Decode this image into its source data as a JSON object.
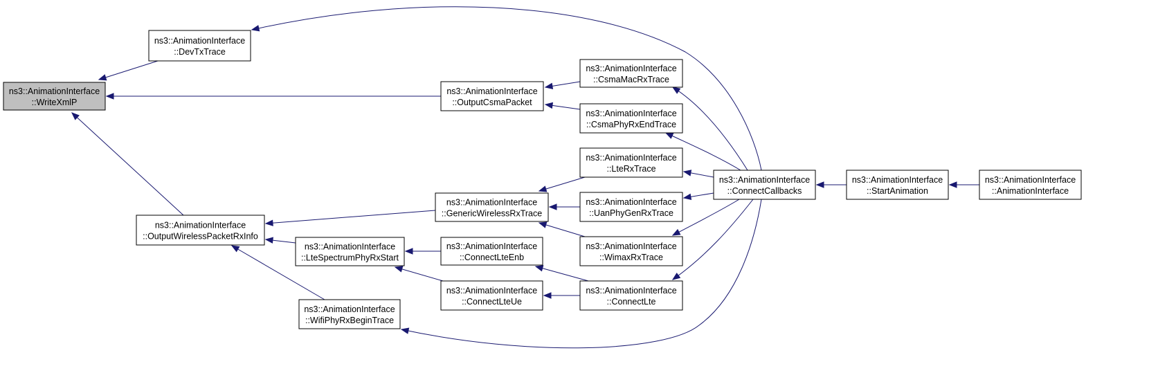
{
  "diagram": {
    "type": "call-graph",
    "edge_color": "#191970",
    "highlight_fill": "#bfbfbf",
    "nodes": [
      {
        "id": "writexmlp",
        "line1": "ns3::AnimationInterface",
        "line2": "::WriteXmlP",
        "highlight": true
      },
      {
        "id": "devtxtrace",
        "line1": "ns3::AnimationInterface",
        "line2": "::DevTxTrace"
      },
      {
        "id": "outputcsmapacket",
        "line1": "ns3::AnimationInterface",
        "line2": "::OutputCsmaPacket"
      },
      {
        "id": "outputwirelesspacketrxinfo",
        "line1": "ns3::AnimationInterface",
        "line2": "::OutputWirelessPacketRxInfo"
      },
      {
        "id": "csmamacrxtrace",
        "line1": "ns3::AnimationInterface",
        "line2": "::CsmaMacRxTrace"
      },
      {
        "id": "csmaphyrxendtrace",
        "line1": "ns3::AnimationInterface",
        "line2": "::CsmaPhyRxEndTrace"
      },
      {
        "id": "genericwirelessrxtrace",
        "line1": "ns3::AnimationInterface",
        "line2": "::GenericWirelessRxTrace"
      },
      {
        "id": "ltespectrumphyrxstart",
        "line1": "ns3::AnimationInterface",
        "line2": "::LteSpectrumPhyRxStart"
      },
      {
        "id": "wifiphyrxbegintrace",
        "line1": "ns3::AnimationInterface",
        "line2": "::WifiPhyRxBeginTrace"
      },
      {
        "id": "lterxtrace",
        "line1": "ns3::AnimationInterface",
        "line2": "::LteRxTrace"
      },
      {
        "id": "uanphygenrxtrace",
        "line1": "ns3::AnimationInterface",
        "line2": "::UanPhyGenRxTrace"
      },
      {
        "id": "wimaxrxtrace",
        "line1": "ns3::AnimationInterface",
        "line2": "::WimaxRxTrace"
      },
      {
        "id": "connectlteenb",
        "line1": "ns3::AnimationInterface",
        "line2": "::ConnectLteEnb"
      },
      {
        "id": "connectlteue",
        "line1": "ns3::AnimationInterface",
        "line2": "::ConnectLteUe"
      },
      {
        "id": "connectlte",
        "line1": "ns3::AnimationInterface",
        "line2": "::ConnectLte"
      },
      {
        "id": "connectcallbacks",
        "line1": "ns3::AnimationInterface",
        "line2": "::ConnectCallbacks"
      },
      {
        "id": "startanimation",
        "line1": "ns3::AnimationInterface",
        "line2": "::StartAnimation"
      },
      {
        "id": "animationinterface",
        "line1": "ns3::AnimationInterface",
        "line2": "::AnimationInterface"
      }
    ],
    "edges": [
      {
        "from": "devtxtrace",
        "to": "writexmlp"
      },
      {
        "from": "outputcsmapacket",
        "to": "writexmlp"
      },
      {
        "from": "outputwirelesspacketrxinfo",
        "to": "writexmlp"
      },
      {
        "from": "csmamacrxtrace",
        "to": "outputcsmapacket"
      },
      {
        "from": "csmaphyrxendtrace",
        "to": "outputcsmapacket"
      },
      {
        "from": "genericwirelessrxtrace",
        "to": "outputwirelesspacketrxinfo"
      },
      {
        "from": "ltespectrumphyrxstart",
        "to": "outputwirelesspacketrxinfo"
      },
      {
        "from": "wifiphyrxbegintrace",
        "to": "outputwirelesspacketrxinfo"
      },
      {
        "from": "lterxtrace",
        "to": "genericwirelessrxtrace"
      },
      {
        "from": "uanphygenrxtrace",
        "to": "genericwirelessrxtrace"
      },
      {
        "from": "wimaxrxtrace",
        "to": "genericwirelessrxtrace"
      },
      {
        "from": "connectlteenb",
        "to": "ltespectrumphyrxstart"
      },
      {
        "from": "connectlteue",
        "to": "ltespectrumphyrxstart"
      },
      {
        "from": "connectlte",
        "to": "connectlteenb"
      },
      {
        "from": "connectlte",
        "to": "connectlteue"
      },
      {
        "from": "connectcallbacks",
        "to": "devtxtrace"
      },
      {
        "from": "connectcallbacks",
        "to": "csmamacrxtrace"
      },
      {
        "from": "connectcallbacks",
        "to": "csmaphyrxendtrace"
      },
      {
        "from": "connectcallbacks",
        "to": "lterxtrace"
      },
      {
        "from": "connectcallbacks",
        "to": "uanphygenrxtrace"
      },
      {
        "from": "connectcallbacks",
        "to": "wimaxrxtrace"
      },
      {
        "from": "connectcallbacks",
        "to": "connectlte"
      },
      {
        "from": "connectcallbacks",
        "to": "wifiphyrxbegintrace"
      },
      {
        "from": "startanimation",
        "to": "connectcallbacks"
      },
      {
        "from": "animationinterface",
        "to": "startanimation"
      }
    ]
  }
}
